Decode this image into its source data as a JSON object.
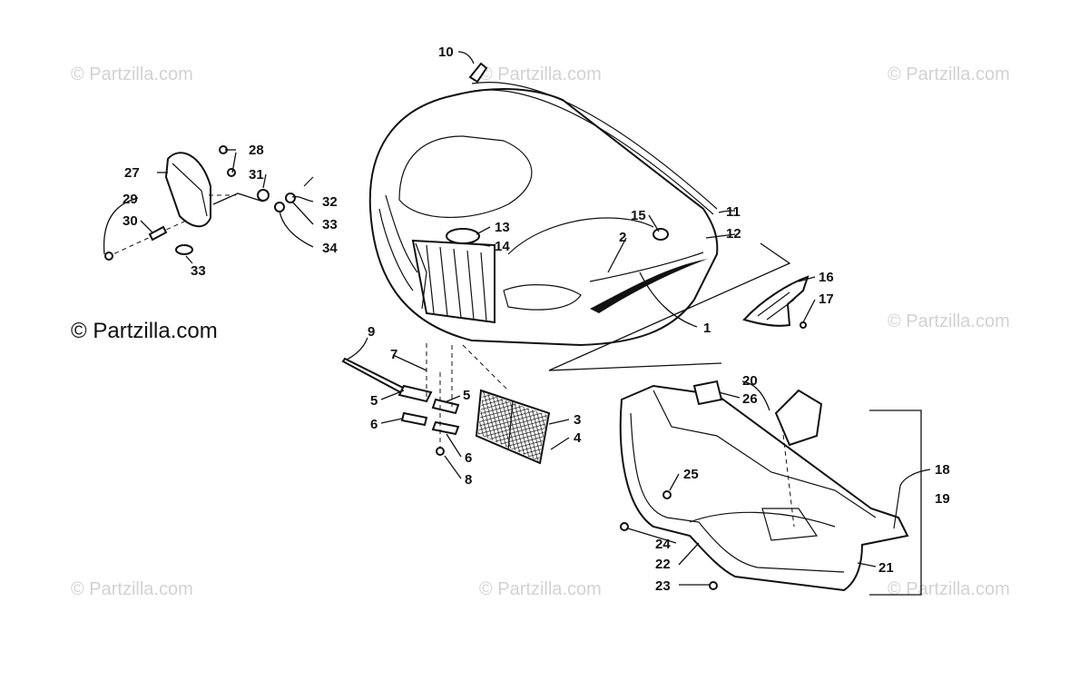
{
  "watermarks": {
    "w1": "© Partzilla.com",
    "w2": "© Partzilla.com",
    "w3": "© Partzilla.com",
    "w4": "© Partzilla.com",
    "w5": "© Partzilla.com",
    "w6": "© Partzilla.com",
    "w7": "© Partzilla.com",
    "main": "© Partzilla.com"
  },
  "callouts": {
    "c1": "1",
    "c2": "2",
    "c3": "3",
    "c4": "4",
    "c5a": "5",
    "c5b": "5",
    "c6a": "6",
    "c6b": "6",
    "c7": "7",
    "c8": "8",
    "c9": "9",
    "c10": "10",
    "c11": "11",
    "c12": "12",
    "c13": "13",
    "c14": "14",
    "c15": "15",
    "c16": "16",
    "c17": "17",
    "c18": "18",
    "c19": "19",
    "c20": "20",
    "c21": "21",
    "c22": "22",
    "c23": "23",
    "c24": "24",
    "c25": "25",
    "c26": "26",
    "c27": "27",
    "c28": "28",
    "c29": "29",
    "c30": "30",
    "c31": "31",
    "c32": "32",
    "c33a": "33",
    "c33b": "33",
    "c34": "34"
  },
  "colors": {
    "ink": "#111111",
    "watermark": "#d2d2d2",
    "background": "#ffffff"
  }
}
